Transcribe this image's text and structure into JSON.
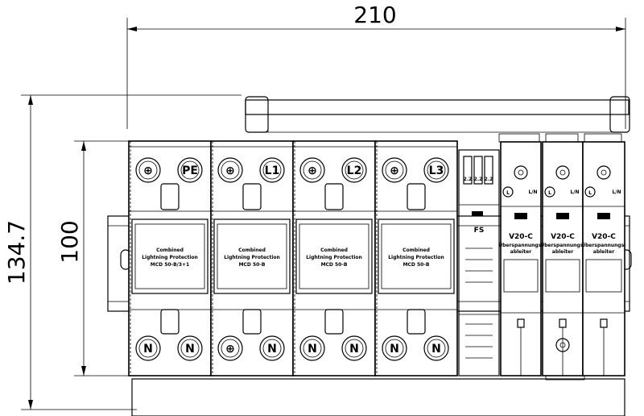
{
  "dimensions": {
    "width": "210",
    "height_total": "134.7",
    "height_module": "100"
  },
  "modules": [
    {
      "top_left": "⊕",
      "top_right": "PE",
      "bottom_left": "N",
      "bottom_right": "N"
    },
    {
      "top_left": "⊕",
      "top_right": "L1",
      "bottom_left": "⊕",
      "bottom_right": "N"
    },
    {
      "top_left": "⊕",
      "top_right": "L2",
      "bottom_left": "N",
      "bottom_right": "N"
    },
    {
      "top_left": "⊕",
      "top_right": "L3",
      "bottom_left": "N",
      "bottom_right": "N"
    }
  ],
  "mcb_labels": [
    {
      "line1": "Combined",
      "line2": "Lightning Protection",
      "line3": "MCD 50-B/3+1"
    },
    {
      "line1": "Combined",
      "line2": "Lightning Protection",
      "line3": "MCD 50-B"
    },
    {
      "line1": "Combined",
      "line2": "Lightning Protection",
      "line3": "MCD 50-B"
    },
    {
      "line1": "Combined",
      "line2": "Lightning Protection",
      "line3": "MCD 50-B"
    }
  ],
  "fuse_slots": [
    "2.2",
    "2.2",
    "2.2"
  ],
  "fs_label": "FS",
  "spd_modules": [
    {
      "top_l": "L",
      "top_r": "L/N",
      "type": "V20-C",
      "desc1": "Überspannungs-",
      "desc2": "ableiter"
    },
    {
      "top_l": "L",
      "top_r": "L/N",
      "type": "V20-C",
      "desc1": "Überspannungs-",
      "desc2": "ableiter"
    },
    {
      "top_l": "L",
      "top_r": "L/N",
      "type": "V20-C",
      "desc1": "Überspannungs-",
      "desc2": "ableiter"
    }
  ]
}
